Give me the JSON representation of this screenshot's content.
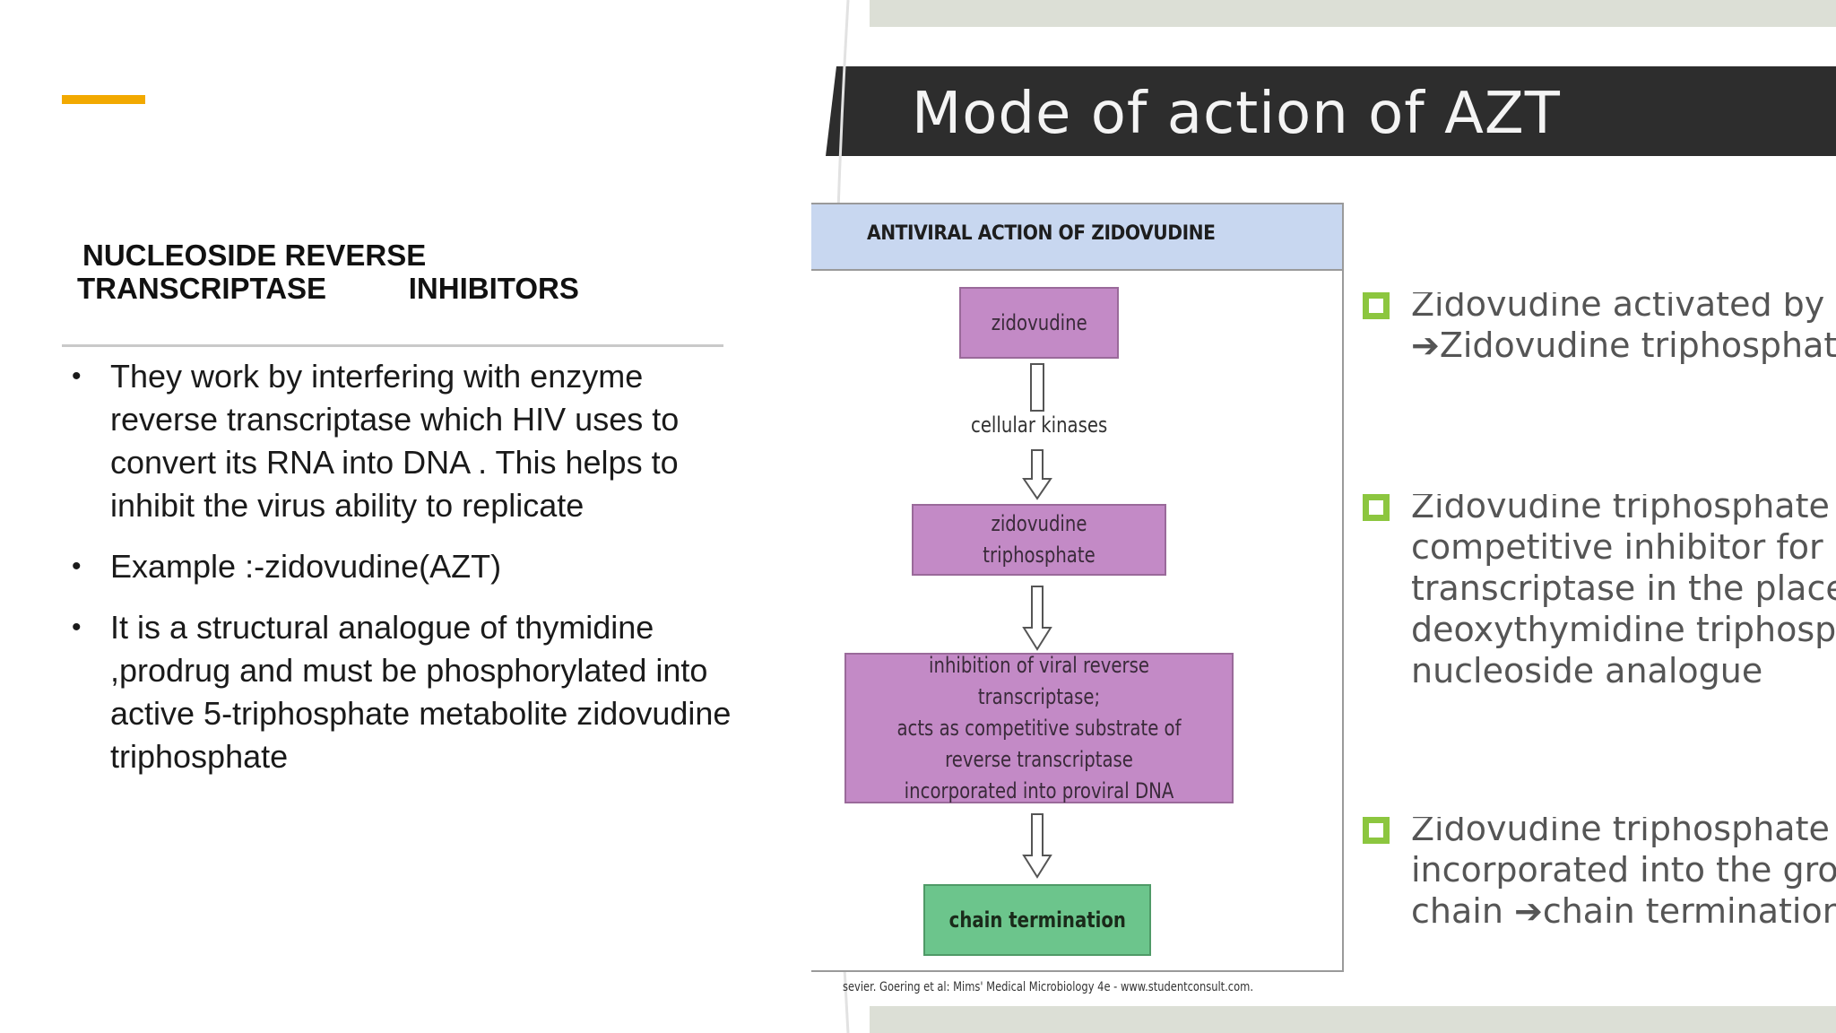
{
  "left": {
    "title_line1": "NUCLEOSIDE REVERSE",
    "title_line2": "TRANSCRIPTASE          INHIBITORS",
    "bullets": [
      "They work by interfering with enzyme reverse transcriptase which HIV uses to convert its RNA into DNA . This helps to inhibit the virus ability to replicate",
      "Example :-zidovudine(AZT)",
      "It is a structural analogue of thymidine ,prodrug and must be phosphorylated into active 5-triphosphate metabolite zidovudine triphosphate"
    ],
    "accent_color": "#f2a900"
  },
  "image": {
    "banner_title": "Mode of action of AZT",
    "diagram": {
      "header": "ANTIVIRAL ACTION OF ZIDOVUDINE",
      "node_drug": "zidovudine",
      "step_label": "cellular kinases",
      "node_triphosphate": "zidovudine triphosphate",
      "node_inhibition": "inhibition of viral reverse transcriptase;\nacts as competitive substrate of\nreverse transcriptase\nincorporated into proviral DNA",
      "node_result": "chain termination",
      "credit": "sevier. Goering et al: Mims' Medical Microbiology 4e - www.studentconsult.com.",
      "header_color": "#c8d7f0",
      "node_color": "#c38ac6",
      "result_color": "#6cc58c"
    },
    "notes": [
      "Zidovudine activated by cell\n➔Zidovudine triphosphate",
      "Zidovudine triphosphate ac\ncompetitive inhibitor for re\ntranscriptase in the place o\ndeoxythymidine triphospha\nnucleoside analogue",
      "Zidovudine triphosphate is\nincorporated into the growi\nchain ➔chain termination"
    ],
    "bullet_color": "#8cc63f"
  }
}
